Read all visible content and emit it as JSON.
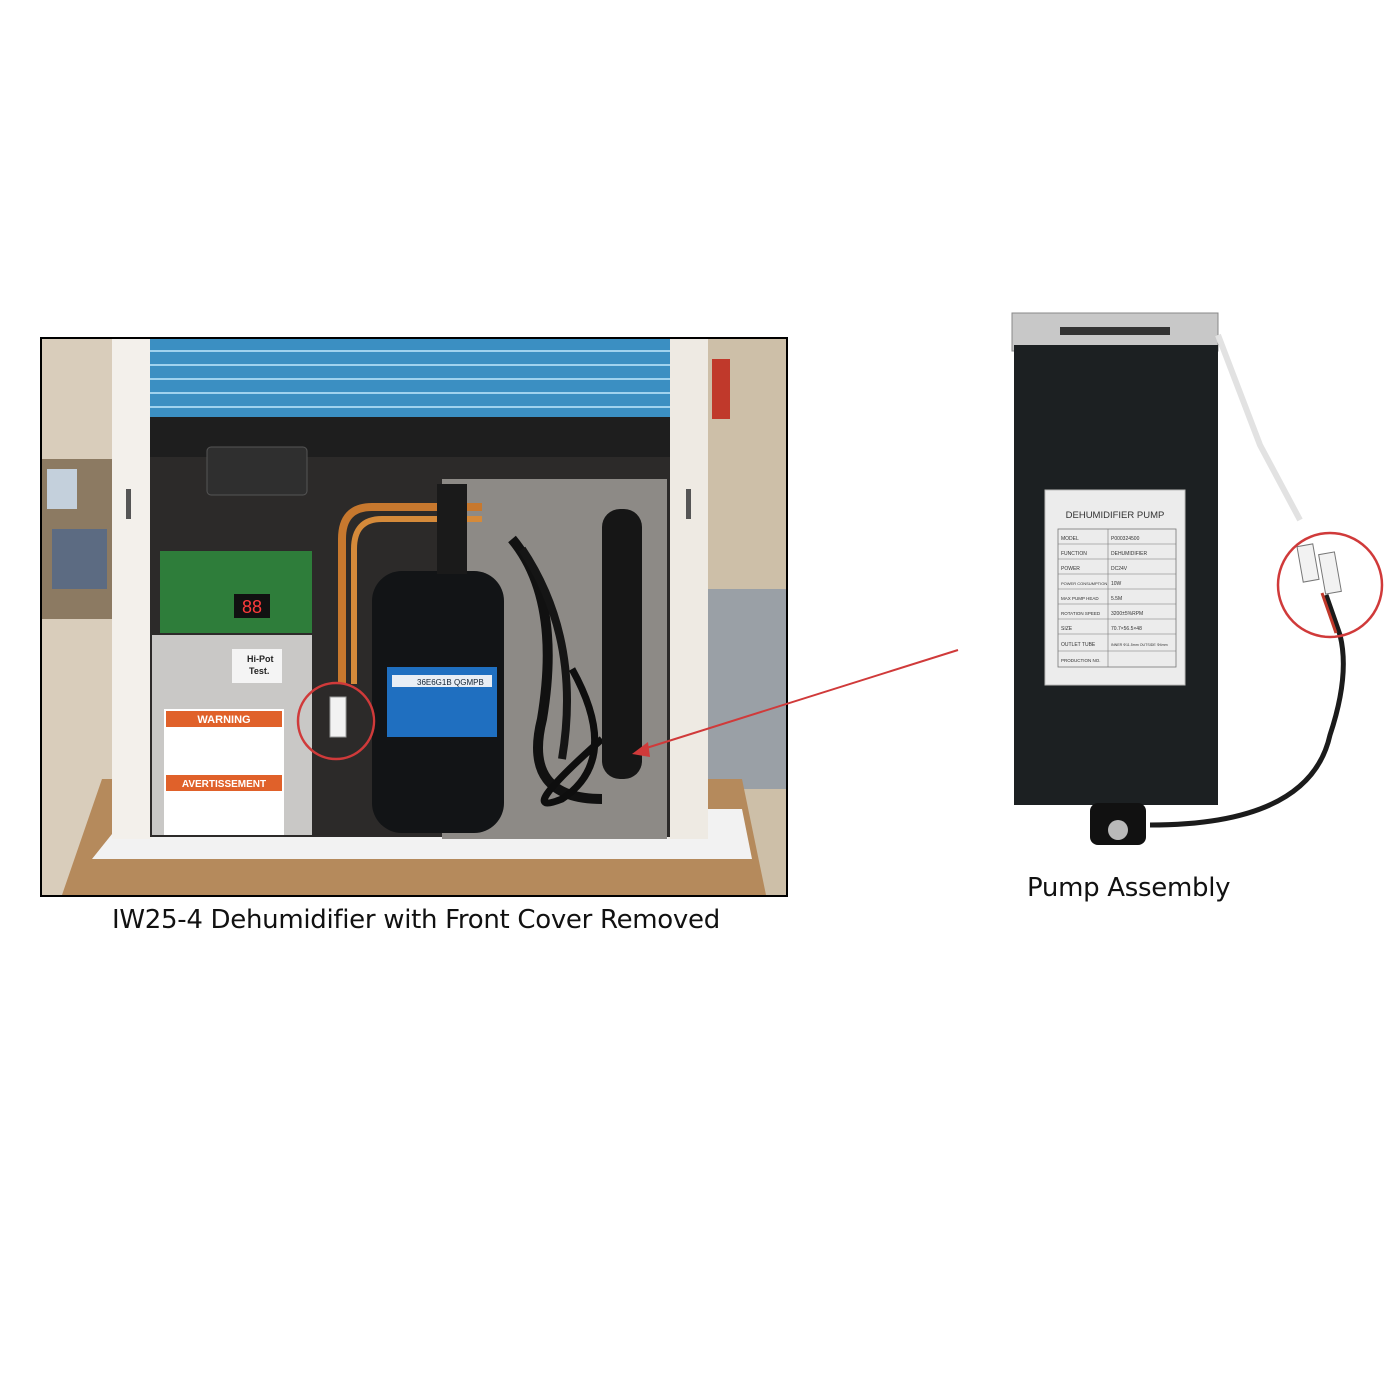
{
  "figure_left": {
    "caption": "IW25-4 Dehumidifier with Front Cover Removed",
    "warning_label": "WARNING",
    "avertissement_label": "AVERTISSEMENT",
    "hipot_label_line1": "Hi-Pot",
    "hipot_label_line2": "Test.",
    "compressor_label": "36E6G1B",
    "compressor_label_right": "QGMPB",
    "display_digits": "88"
  },
  "figure_right": {
    "caption": "Pump Assembly",
    "pump_label": {
      "title": "DEHUMIDIFIER PUMP",
      "rows": [
        {
          "key": "MODEL",
          "value": "P000324500"
        },
        {
          "key": "FUNCTION",
          "value": "DEHUMIDIFIER"
        },
        {
          "key": "POWER",
          "value": "DC24V"
        },
        {
          "key": "POWER CONSUMPTION",
          "value": "10W"
        },
        {
          "key": "MAX PUMP HEAD",
          "value": "5.5M"
        },
        {
          "key": "ROTATION SPEED",
          "value": "3200±5%RPM"
        },
        {
          "key": "SIZE",
          "value": "70.7×56.5×48"
        },
        {
          "key": "OUTLET TUBE",
          "value": "INNER Φ11.5mm OUTSIDE Φ4mm"
        },
        {
          "key": "PRODUCTION NO.",
          "value": ""
        }
      ]
    }
  },
  "colors": {
    "annotation_red": "#d03a3a",
    "pump_body": "#1c2022",
    "coil_blue": "#3b8fc2"
  }
}
